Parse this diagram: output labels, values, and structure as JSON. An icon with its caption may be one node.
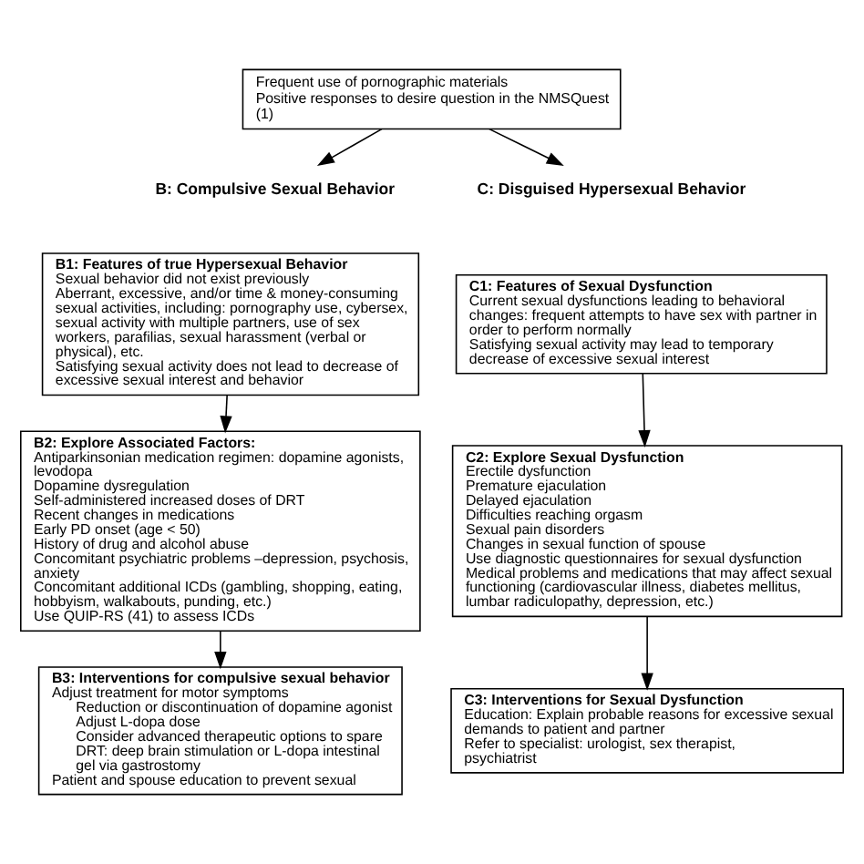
{
  "diagram": {
    "nodes": [
      {
        "text": [
          "Frequent use of pornographic materials",
          "Positive responses to desire question in the NMSQuest (1)"
        ]
      },
      {
        "text": [
          "B: Compulsive Sexual Behavior"
        ]
      },
      {
        "text": [
          "C: Disguised Hypersexual Behavior"
        ]
      },
      {
        "text": [
          "B1: Features of true Hypersexual Behavior",
          "Sexual behavior did not exist previously",
          "Aberrant, excessive, and/or time & money-consuming sexual activities, including: pornography use, cybersex, sexual activity with multiple partners, use of sex workers, parafilias, sexual harassment (verbal or physical), etc.",
          "Satisfying sexual activity does not lead to decrease of excessive sexual interest and behavior"
        ]
      },
      {
        "text": [
          "C1: Features of Sexual Dysfunction",
          "Current sexual dysfunctions leading to behavioral changes: frequent attempts to have sex with partner in order to perform normally",
          "Satisfying sexual activity may lead to temporary decrease of excessive sexual interest"
        ]
      },
      {
        "text": [
          "B2: Explore Associated Factors:",
          "Antiparkinsonian medication regimen: dopamine agonists, levodopa",
          "Dopamine dysregulation",
          "Self-administered increased doses of DRT",
          "Recent changes in medications",
          "Early PD onset (age < 50)",
          "History of drug and alcohol abuse",
          "Concomitant psychiatric problems –depression, psychosis, anxiety",
          "Concomitant additional ICDs (gambling, shopping, eating, hobbyism, walkabouts, punding, etc.)",
          "Use QUIP-RS (41) to assess ICDs"
        ]
      },
      {
        "text": [
          "C2: Explore Sexual Dysfunction",
          "Erectile dysfunction",
          "Premature ejaculation",
          "Delayed ejaculation",
          "Difficulties reaching orgasm",
          "Sexual pain disorders",
          "Changes in sexual function of spouse",
          "Use diagnostic questionnaires for sexual dysfunction",
          "Medical problems and medications that may affect sexual functioning (cardiovascular illness, diabetes mellitus, lumbar radiculopathy, depression, etc.)"
        ]
      },
      {
        "text": [
          "B3: Interventions for compulsive sexual behavior",
          "Adjust treatment for motor symptoms",
          "Reduction or discontinuation of dopamine agonist",
          "Adjust L-dopa dose",
          "Consider advanced therapeutic options to spare DRT: deep brain stimulation or L-dopa intestinal gel via gastrostomy",
          "Patient and spouse education to prevent sexual"
        ]
      },
      {
        "text": [
          "C3: Interventions for Sexual Dysfunction",
          "Education: Explain probable reasons for excessive sexual demands to patient and partner",
          "Refer to specialist: urologist, sex therapist, psychiatrist"
        ]
      }
    ],
    "edges": [
      {
        "from": 0,
        "to": 1,
        "arrow": "to"
      },
      {
        "from": 0,
        "to": 2,
        "arrow": "to"
      },
      {
        "from": 3,
        "to": 5,
        "arrow": "to"
      },
      {
        "from": 4,
        "to": 6,
        "arrow": "to"
      },
      {
        "from": 5,
        "to": 7,
        "arrow": "to"
      },
      {
        "from": 6,
        "to": 8,
        "arrow": "to"
      }
    ]
  }
}
